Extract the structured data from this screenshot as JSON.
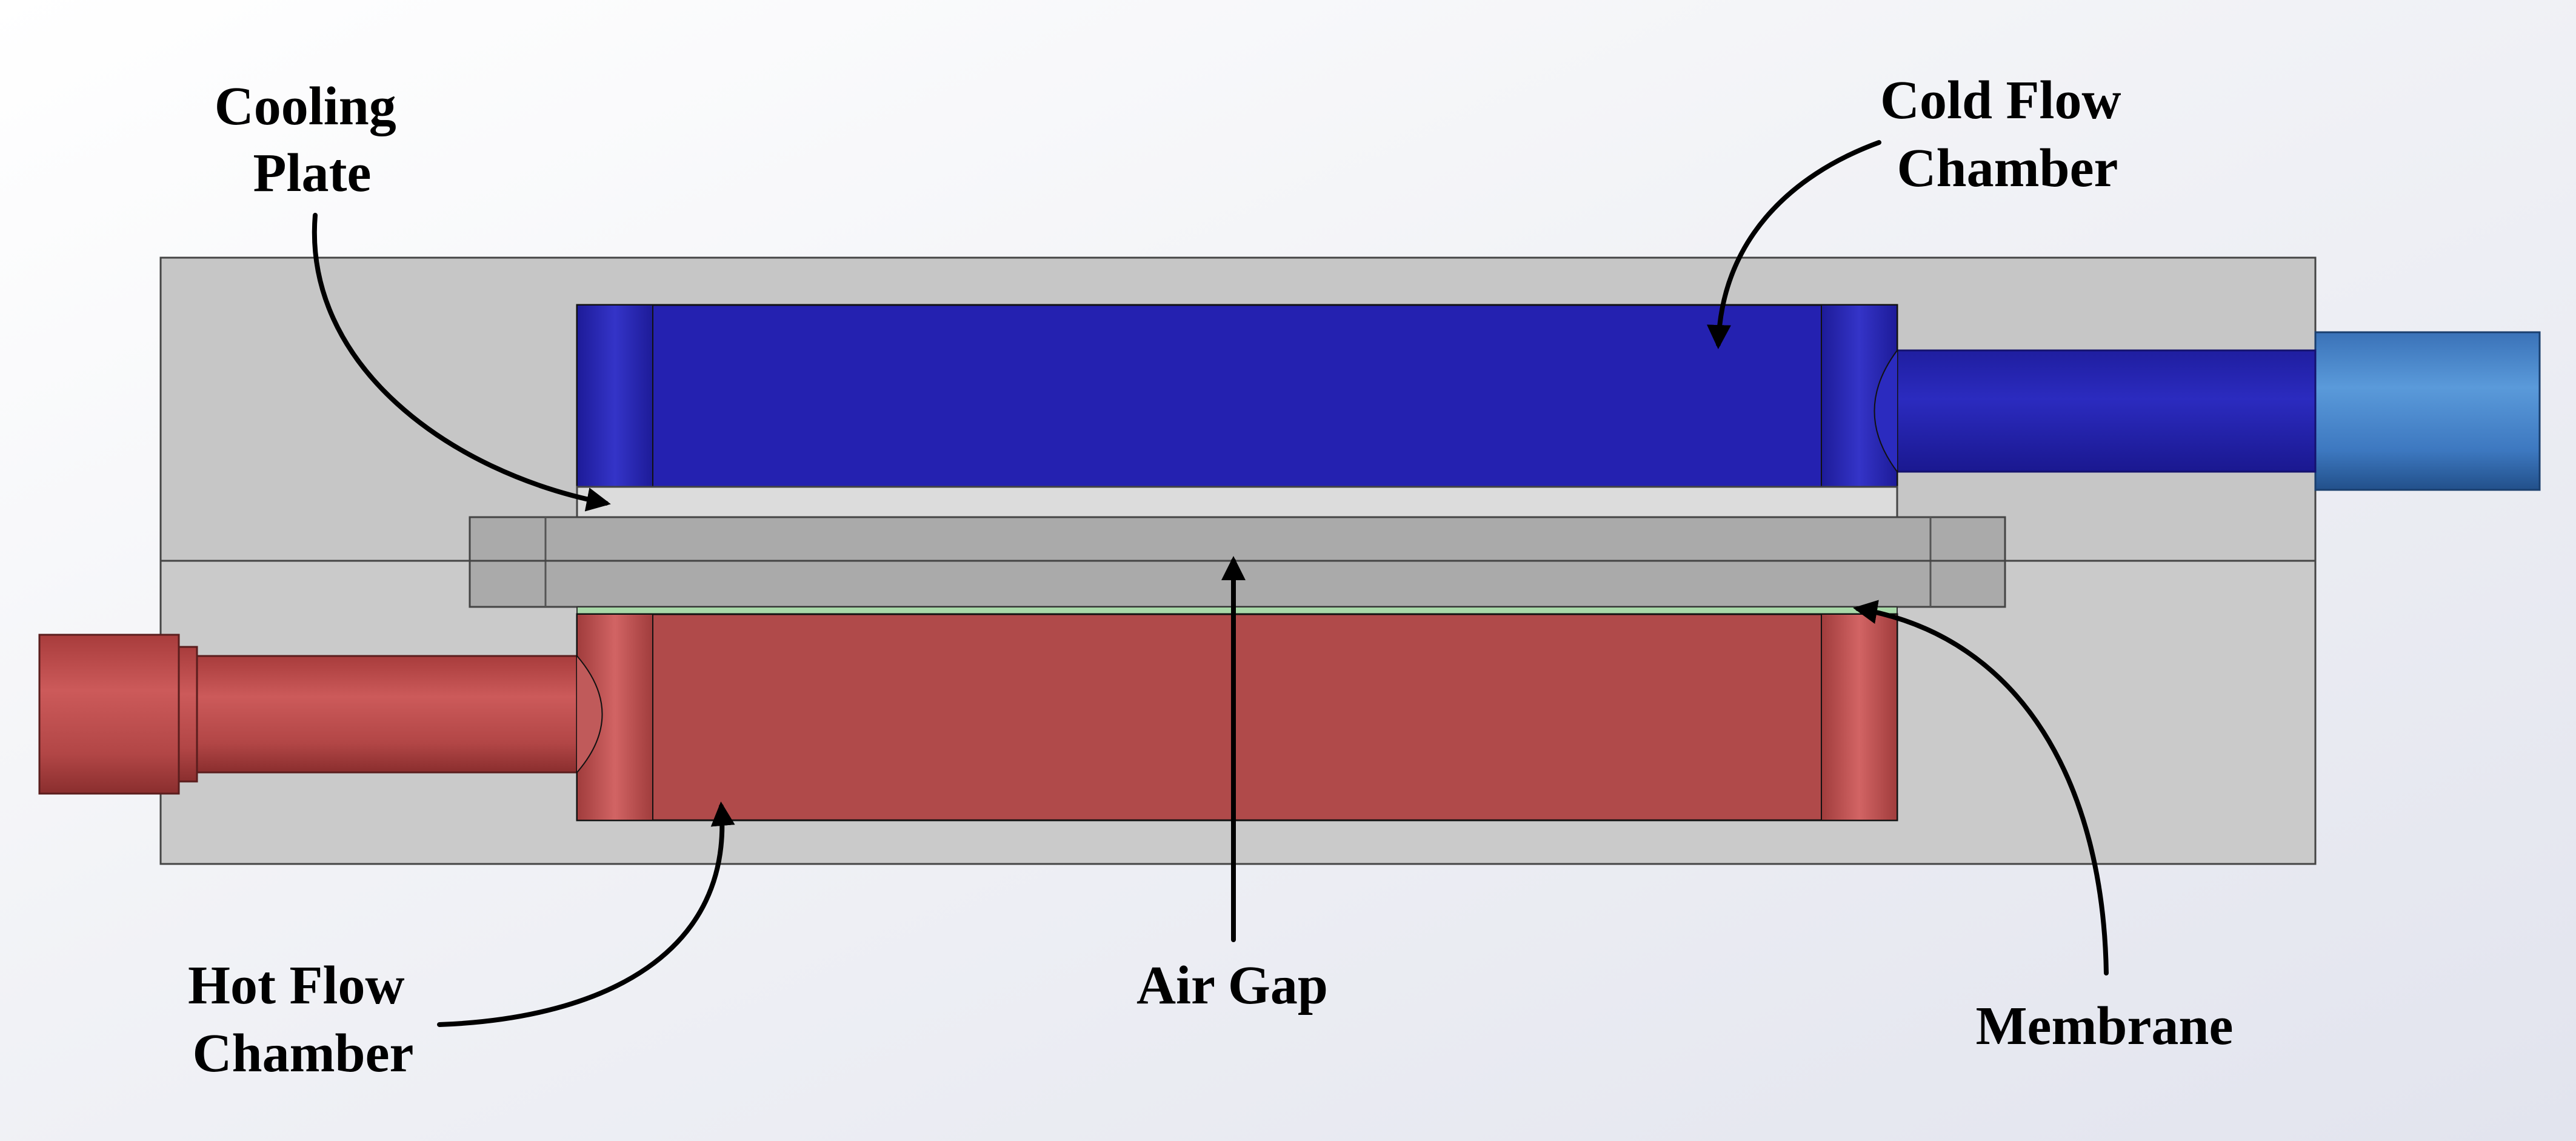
{
  "labels": {
    "cooling_plate": [
      "Cooling",
      "Plate"
    ],
    "cold_flow_chamber": [
      "Cold Flow",
      "Chamber"
    ],
    "hot_flow_chamber": [
      "Hot Flow",
      "Chamber"
    ],
    "air_gap": "Air Gap",
    "membrane": "Membrane"
  },
  "colors": {
    "cold_chamber": "#2421b0",
    "cold_pipe": "#4a8ad0",
    "hot_chamber": "#b04a4a",
    "hot_pipe": "#c05050",
    "housing": "#c9c9c9",
    "cooling_plate": "#dcdcdc",
    "air_gap_frame": "#a9a9a9",
    "membrane": "#a8d8a8",
    "arrow": "#000000"
  }
}
